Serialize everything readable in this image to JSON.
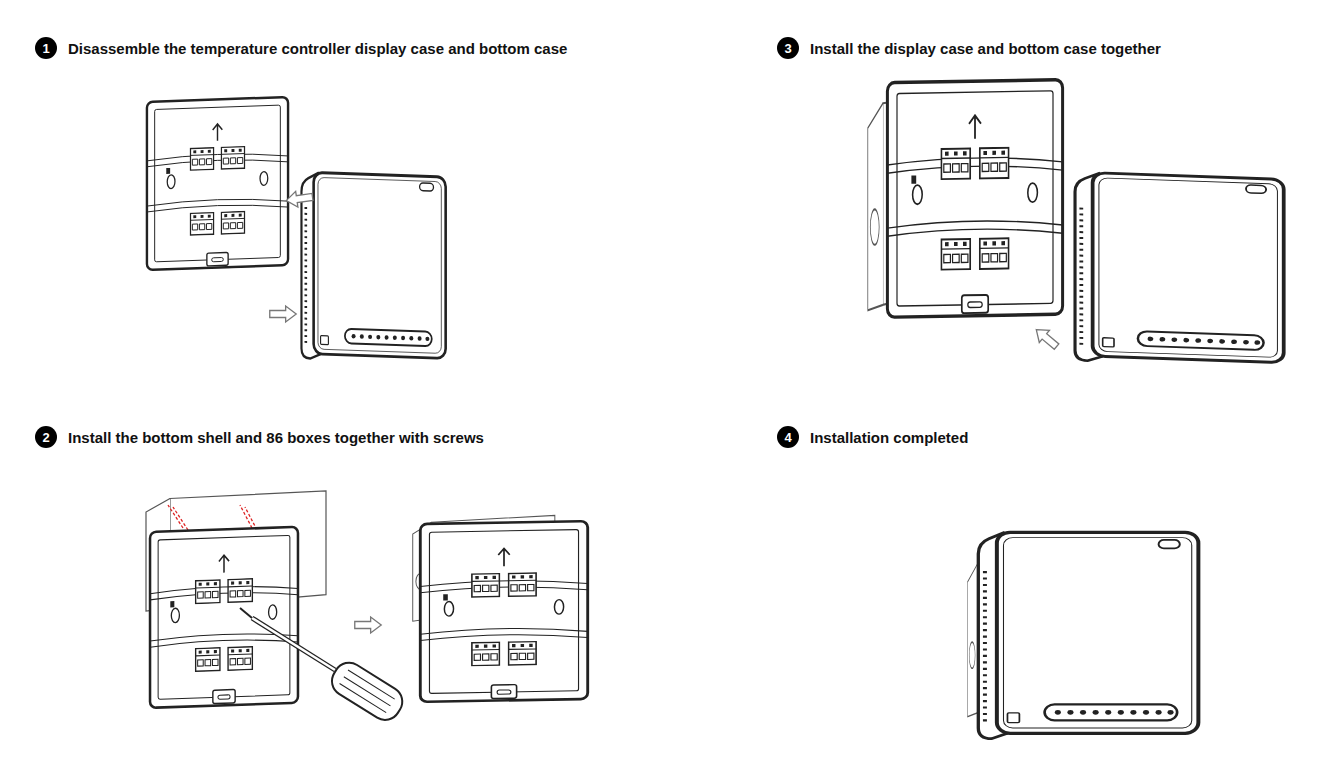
{
  "diagram": {
    "nodes": [
      {
        "text": [
          "1",
          "Disassemble the temperature controller display case and bottom case"
        ]
      },
      {
        "text": [
          "2",
          "Install the bottom shell and 86 boxes together with screws"
        ]
      },
      {
        "text": [
          "3",
          "Install the display case and bottom case together"
        ]
      },
      {
        "text": [
          "4",
          "Installation completed"
        ]
      }
    ]
  }
}
